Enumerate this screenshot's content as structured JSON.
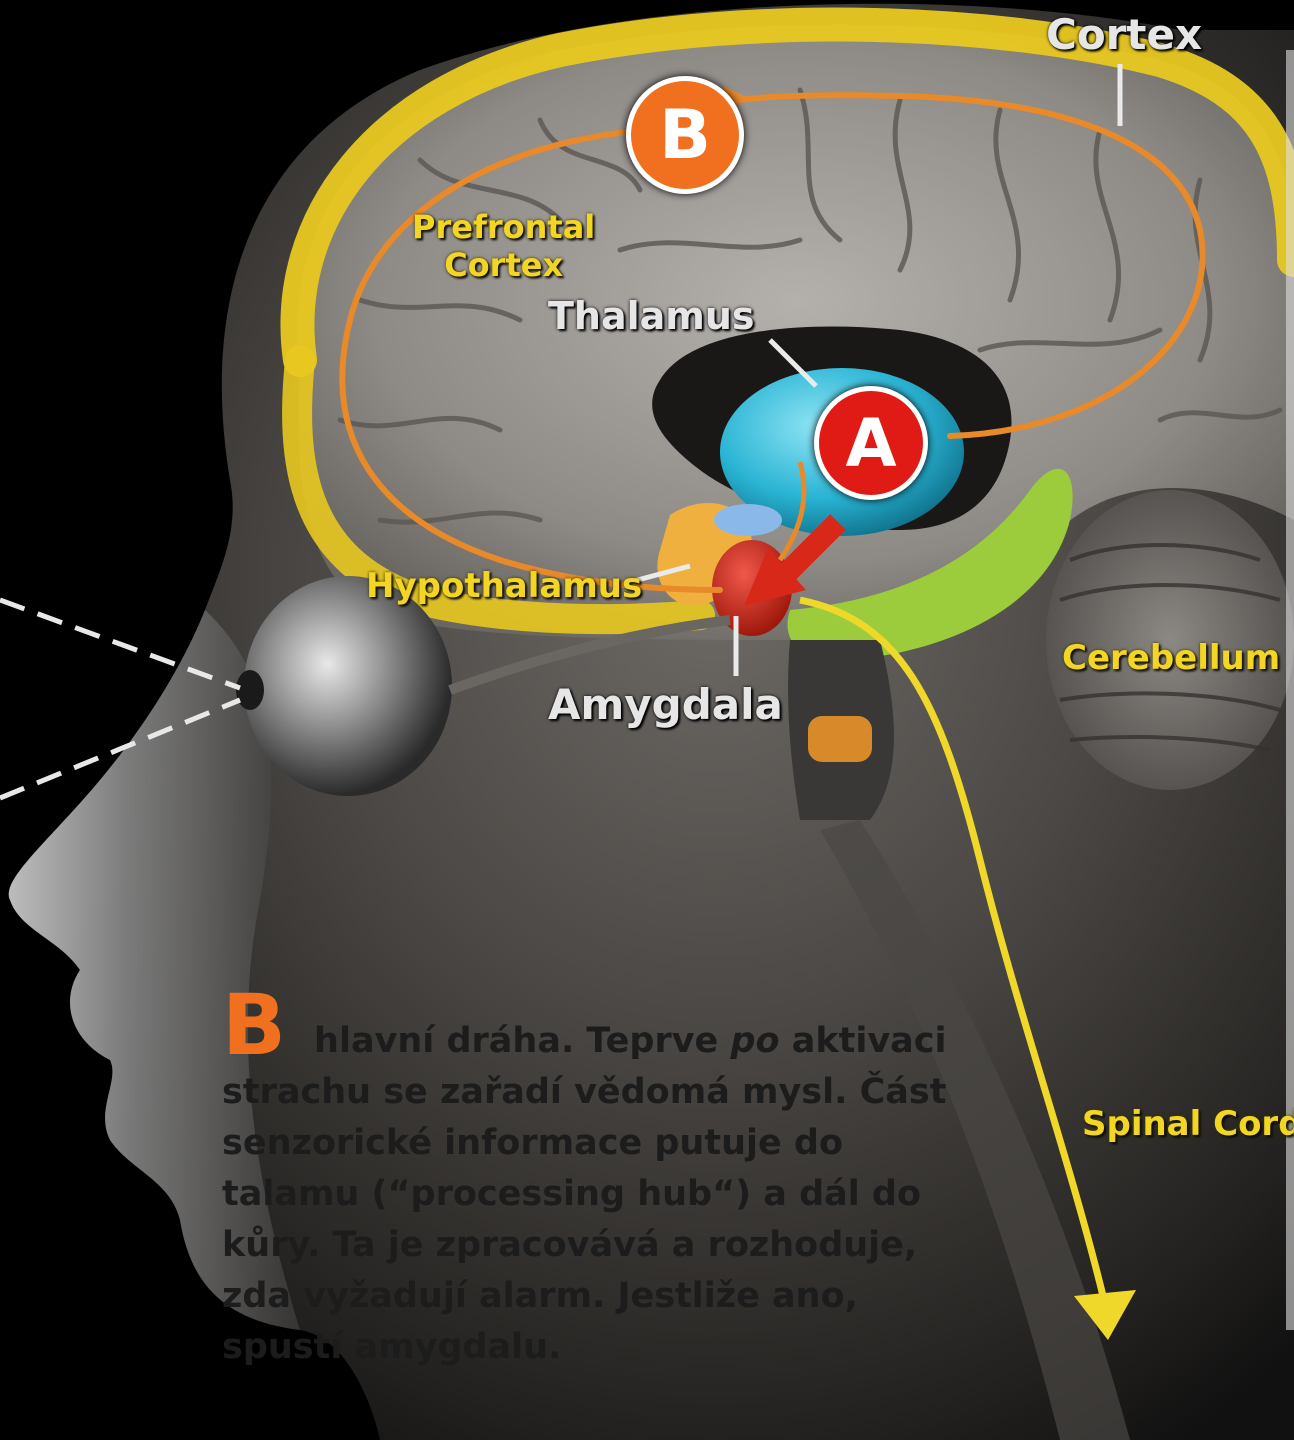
{
  "labels": {
    "cortex": "Cortex",
    "prefrontal_line1": "Prefrontal",
    "prefrontal_line2": "Cortex",
    "thalamus": "Thalamus",
    "hypothalamus": "Hypothalamus",
    "amygdala": "Amygdala",
    "cerebellum": "Cerebellum",
    "spinal_cord": "Spinal Cord"
  },
  "badges": {
    "a": "A",
    "b": "B"
  },
  "caption": {
    "letter": "B",
    "text_before_em": "hlavní dráha. Teprve ",
    "em": "po",
    "text_after_em": " aktivaci strachu se zařadí vědomá mysl. Část senzorické informace putuje do talamu (“processing hub“) a dál do kůry. Ta je zpracovává a rozhoduje, zda vyžadují alarm. Jestliže ano, spustí amygdalu."
  },
  "colors": {
    "cortex_yellow": "#e8c820",
    "pathway_orange": "#e8892a",
    "thalamus_cyan": "#2ab4d4",
    "amygdala_red": "#d8281a",
    "limbic_green": "#9ccc3c",
    "badge_b_orange": "#f07020",
    "badge_a_red": "#e01a14"
  }
}
